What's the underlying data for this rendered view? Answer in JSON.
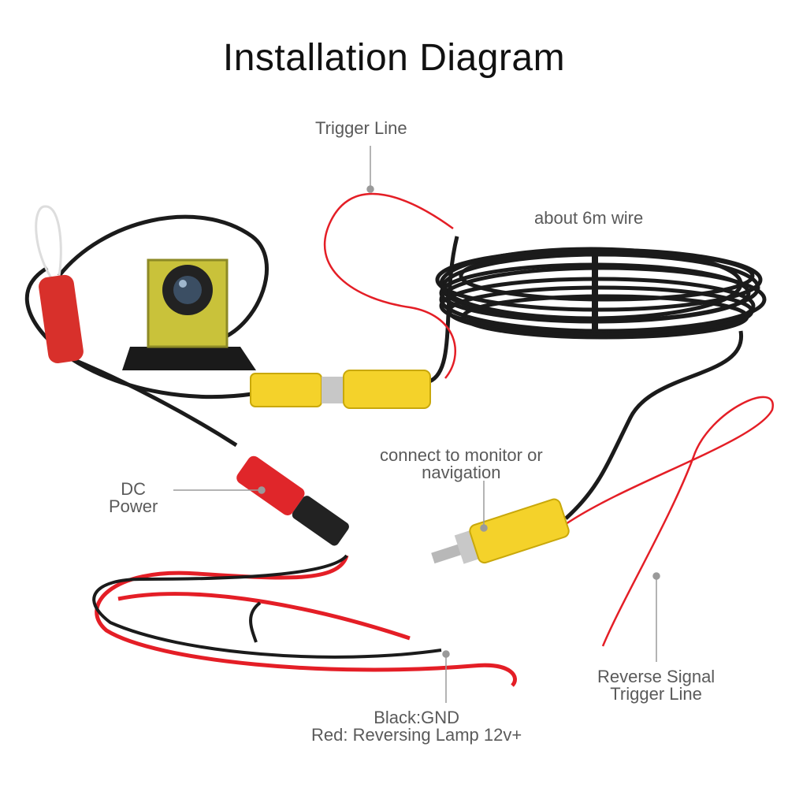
{
  "title": "Installation Diagram",
  "labels": {
    "trigger_line": "Trigger Line",
    "wire_length": "about 6m wire",
    "dc_power": [
      "DC",
      "Power"
    ],
    "monitor": [
      "connect to monitor or",
      "navigation"
    ],
    "gnd": [
      "Black:GND",
      "Red: Reversing Lamp 12v+"
    ],
    "reverse_signal": [
      "Reverse Signal",
      "Trigger Line"
    ]
  },
  "colors": {
    "wire_black": "#1b1b1b",
    "wire_red": "#e41e26",
    "rca_yellow": "#f4d22a",
    "dc_red": "#e0262a",
    "camera_gold": "#c9c23a",
    "leader": "#9a9a9a",
    "label_text": "#5a5a5a"
  }
}
